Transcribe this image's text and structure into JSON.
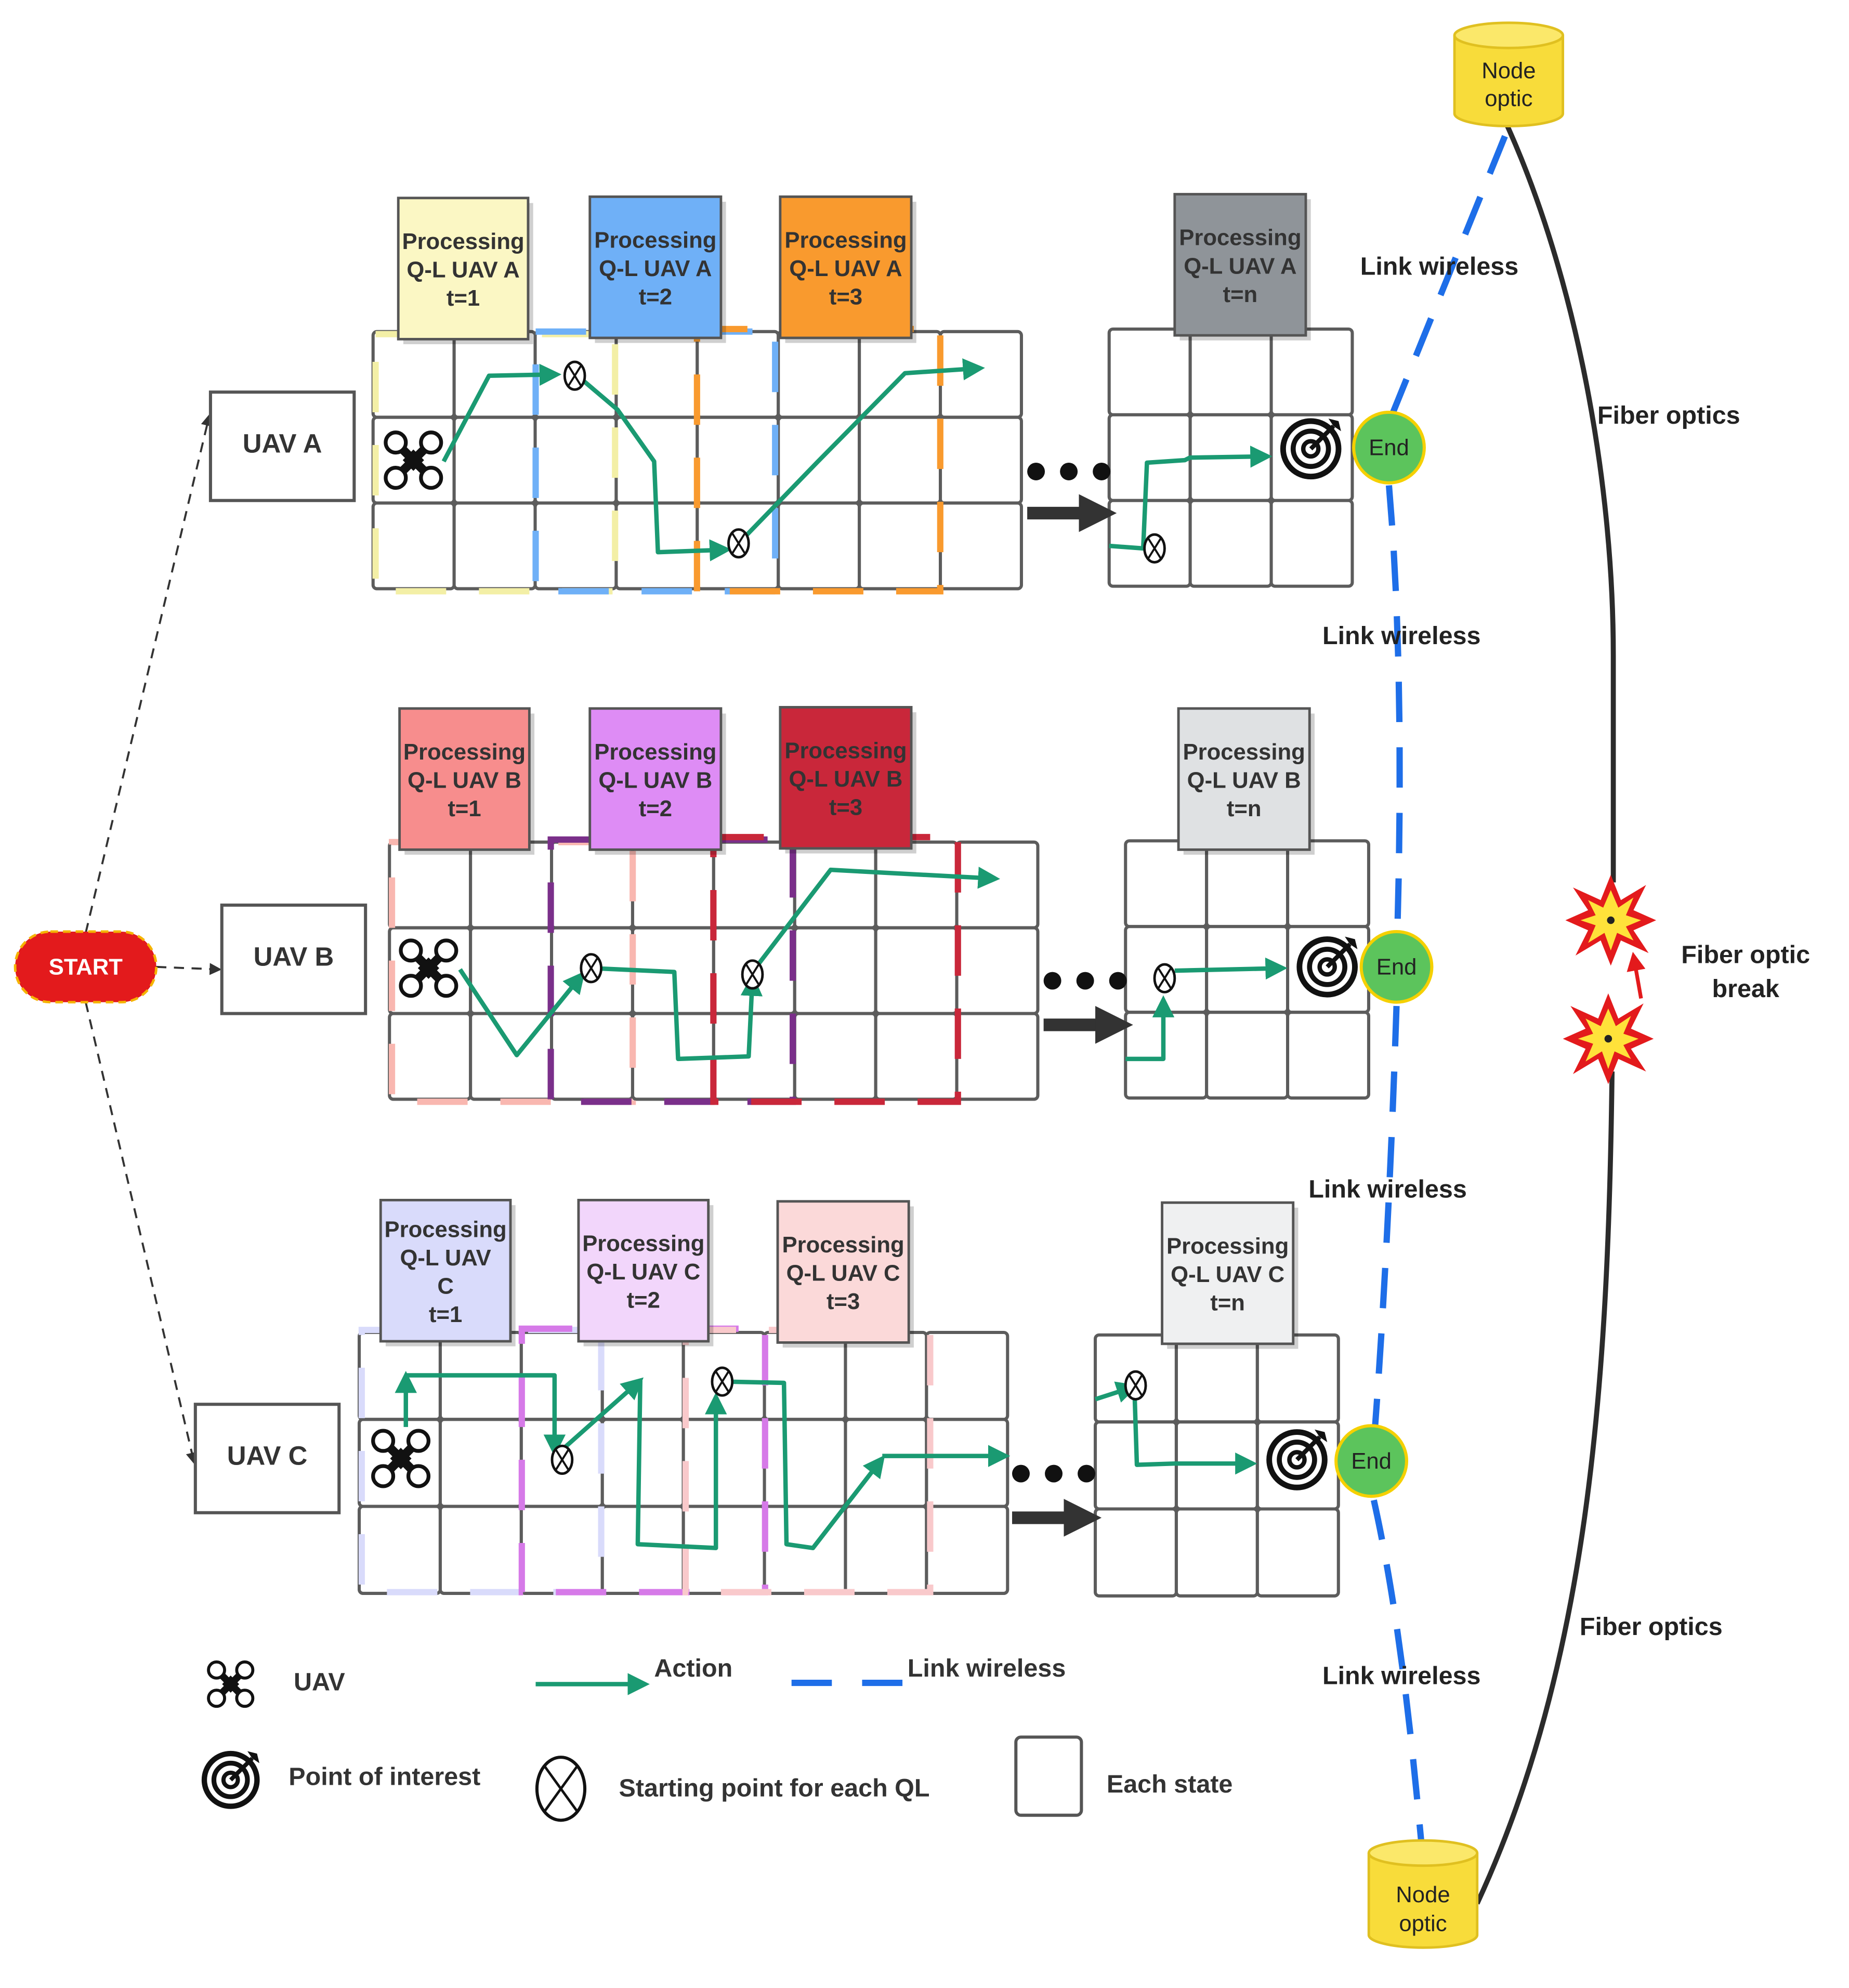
{
  "start": {
    "label": "START",
    "fill": "#e31a1c"
  },
  "uavs": [
    {
      "label": "UAV A",
      "processing": [
        {
          "lines": [
            "Processing",
            "Q-L UAV A",
            "t=1"
          ],
          "fill": "#fbf7c4"
        },
        {
          "lines": [
            "Processing",
            "Q-L UAV A",
            "t=2"
          ],
          "fill": "#6fb0f7"
        },
        {
          "lines": [
            "Processing",
            "Q-L UAV A",
            "t=3"
          ],
          "fill": "#f99a2e"
        },
        {
          "lines": [
            "Processing",
            "Q-L UAV A",
            "t=n"
          ],
          "fill": "#8f9499"
        }
      ],
      "region_colors": [
        "#f3efa6",
        "#6fb0f7",
        "#f99a2e"
      ],
      "end_label": "End"
    },
    {
      "label": "UAV B",
      "processing": [
        {
          "lines": [
            "Processing",
            "Q-L UAV B",
            "t=1"
          ],
          "fill": "#f78d8d"
        },
        {
          "lines": [
            "Processing",
            "Q-L UAV B",
            "t=2"
          ],
          "fill": "#de8cf5"
        },
        {
          "lines": [
            "Processing",
            "Q-L UAV B",
            "t=3"
          ],
          "fill": "#c9273a"
        },
        {
          "lines": [
            "Processing",
            "Q-L UAV B",
            "t=n"
          ],
          "fill": "#dfe1e3"
        }
      ],
      "region_colors": [
        "#f9b7b0",
        "#7a2f8a",
        "#c9273a"
      ],
      "end_label": "End"
    },
    {
      "label": "UAV C",
      "processing": [
        {
          "lines": [
            "Processing",
            "Q-L UAV",
            "C",
            "t=1"
          ],
          "fill": "#d9dbfb"
        },
        {
          "lines": [
            "Processing",
            "Q-L UAV C",
            "t=2"
          ],
          "fill": "#f2d6fb"
        },
        {
          "lines": [
            "Processing",
            "Q-L UAV C",
            "t=3"
          ],
          "fill": "#fbd9d9"
        },
        {
          "lines": [
            "Processing",
            "Q-L UAV C",
            "t=n"
          ],
          "fill": "#eff0f1"
        }
      ],
      "region_colors": [
        "#d9dbfb",
        "#d67ae8",
        "#f9c9cb"
      ],
      "end_label": "End"
    }
  ],
  "nodes": [
    {
      "lines": [
        "Node",
        "optic"
      ],
      "fill": "#f8dc3a"
    },
    {
      "lines": [
        "Node",
        "optic"
      ],
      "fill": "#f8dc3a"
    }
  ],
  "links": {
    "wireless_labels": [
      "Link wireless",
      "Link wireless",
      "Link wireless",
      "Link wireless"
    ],
    "fiber_labels": [
      "Fiber optics",
      "Fiber optics"
    ],
    "break_label": [
      "Fiber optic",
      "break"
    ]
  },
  "legend": {
    "uav": "UAV",
    "action": "Action",
    "link_wireless": "Link wireless",
    "point_of_interest": "Point of interest",
    "starting_point": "Starting point for each QL",
    "each_state": "Each state"
  },
  "colors": {
    "action": "#1a9a72",
    "wireless": "#1e6ee8",
    "fiber": "#2b2b2b",
    "grid": "#5c5c5c",
    "end": "#5cc45c"
  }
}
